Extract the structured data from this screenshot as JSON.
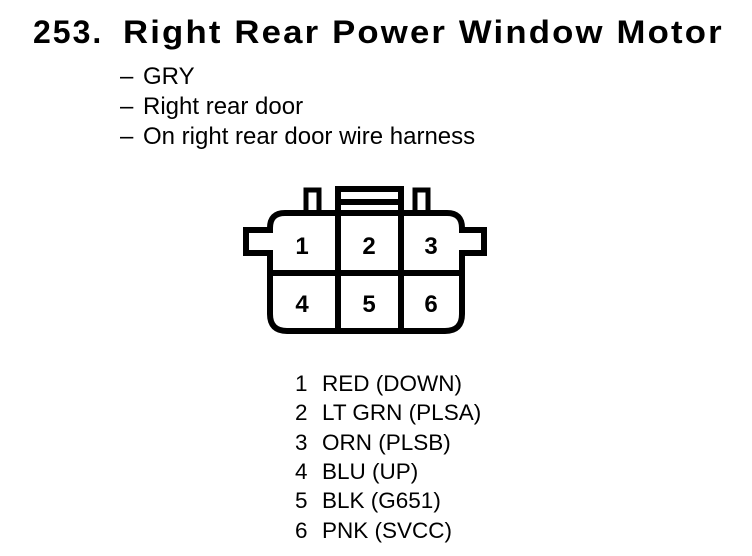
{
  "page": {
    "background_color": "#ffffff",
    "ink_color": "#000000"
  },
  "header": {
    "number": "253.",
    "title": "Right Rear Power Window Motor"
  },
  "details": {
    "bullet": "–",
    "items": [
      "GRY",
      "Right rear door",
      "On right rear door wire harness"
    ]
  },
  "connector": {
    "cells": [
      "1",
      "2",
      "3",
      "4",
      "5",
      "6"
    ]
  },
  "pins": [
    {
      "pin": "1",
      "label": "RED (DOWN)"
    },
    {
      "pin": "2",
      "label": "LT GRN (PLSA)"
    },
    {
      "pin": "3",
      "label": "ORN (PLSB)"
    },
    {
      "pin": "4",
      "label": "BLU (UP)"
    },
    {
      "pin": "5",
      "label": "BLK (G651)"
    },
    {
      "pin": "6",
      "label": "PNK (SVCC)"
    }
  ]
}
